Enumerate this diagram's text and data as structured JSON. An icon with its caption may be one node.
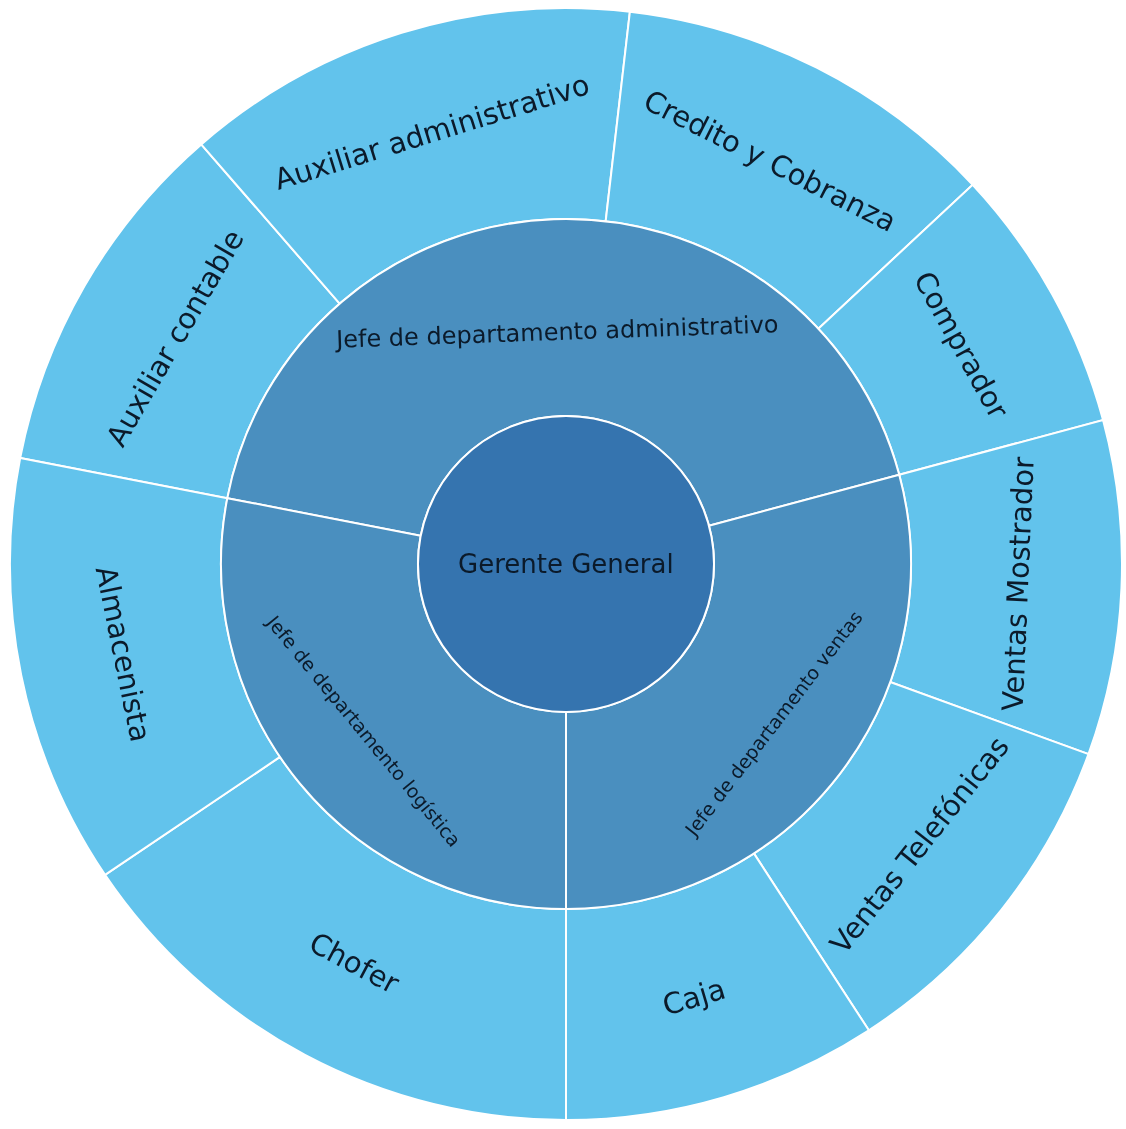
{
  "diagram": {
    "nodes": [
      {
        "text": [
          "Gerente General"
        ]
      },
      {
        "text": [
          "Jefe de departamento administrativo"
        ]
      },
      {
        "text": [
          "Jefe de departamento ventas"
        ]
      },
      {
        "text": [
          "Jefe de departamento logística"
        ]
      },
      {
        "text": [
          "Auxiliar contable"
        ]
      },
      {
        "text": [
          "Auxiliar administrativo"
        ]
      },
      {
        "text": [
          "Credito y Cobranza"
        ]
      },
      {
        "text": [
          "Comprador"
        ]
      },
      {
        "text": [
          "Ventas Mostrador"
        ]
      },
      {
        "text": [
          "Ventas Telefónicas"
        ]
      },
      {
        "text": [
          "Caja"
        ]
      },
      {
        "text": [
          "Chofer"
        ]
      },
      {
        "text": [
          "Almacenista"
        ]
      }
    ]
  }
}
